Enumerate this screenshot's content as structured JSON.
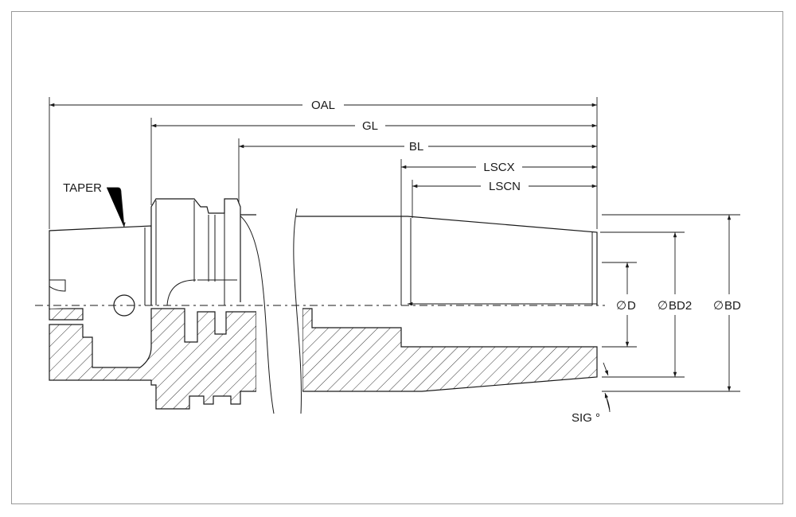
{
  "colors": {
    "line": "#1a1a1a",
    "frame": "#9a9a9a",
    "background": "#ffffff"
  },
  "labels": {
    "oal": "OAL",
    "gl": "GL",
    "bl": "BL",
    "lscx": "LSCX",
    "lscn": "LSCN",
    "taper": "TAPER",
    "d": "D",
    "bd2": "BD2",
    "bd": "BD",
    "sig": "SIG °",
    "diameter_symbol": "∅"
  }
}
